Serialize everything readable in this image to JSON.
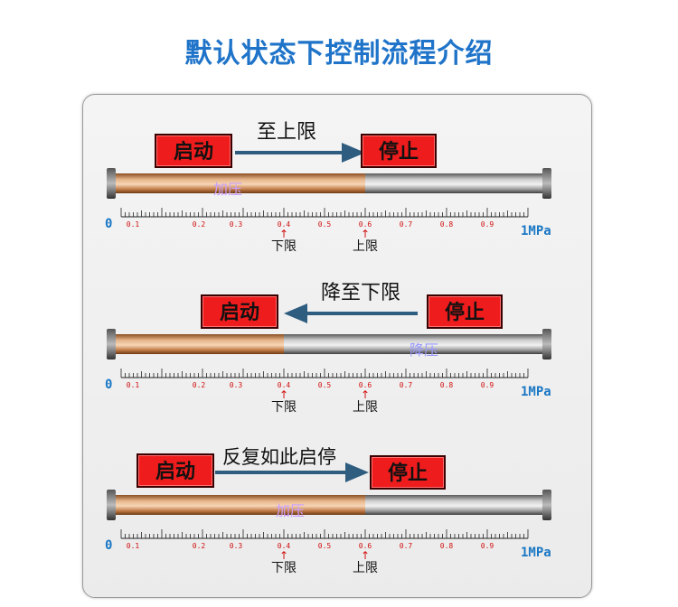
{
  "title": "默认状态下控制流程介绍",
  "scale_labels": [
    "0.1",
    "0.2",
    "0.3",
    "0.4",
    "0.5",
    "0.6",
    "0.7",
    "0.8",
    "0.9"
  ],
  "axis_start": "0",
  "axis_end": "1MPa",
  "limits": {
    "lower": "下限",
    "upper": "上限",
    "arrow": "↑"
  },
  "sections": [
    {
      "start": "启动",
      "stop": "停止",
      "note": "至上限",
      "direction": "right",
      "pipe_label": "加压",
      "pipe_label_color": "#c9a0ff",
      "fill_fraction": 0.6
    },
    {
      "start": "启动",
      "stop": "停止",
      "note": "降至下限",
      "direction": "left",
      "pipe_label": "降压",
      "pipe_label_color": "#9a9aff",
      "fill_fraction": 0.4
    },
    {
      "start": "启动",
      "stop": "停止",
      "note": "反复如此启停",
      "direction": "right",
      "pipe_label": "加压",
      "pipe_label_color": "#c9a0ff",
      "fill_fraction": 0.6
    }
  ]
}
